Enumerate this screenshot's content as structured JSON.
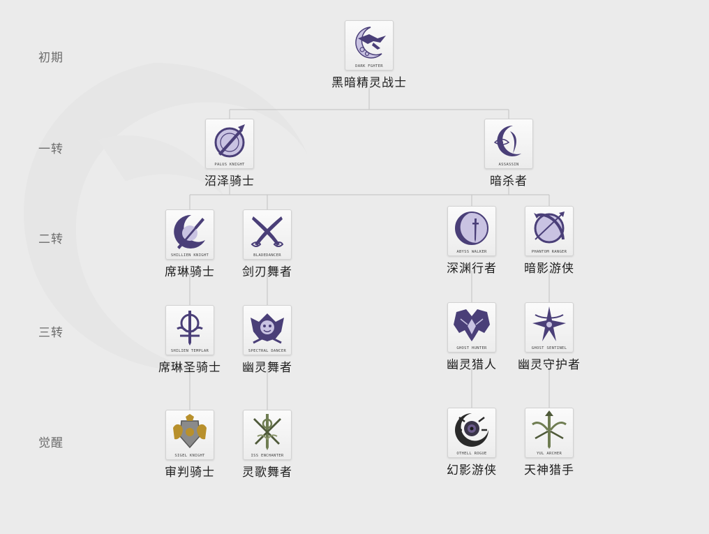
{
  "tiers": {
    "initial": "初期",
    "first": "一转",
    "second": "二转",
    "third": "三转",
    "awaken": "觉醒"
  },
  "nodes": {
    "dark_fighter": {
      "en": "DARK FGHTER",
      "cn": "黑暗精灵战士",
      "icon": "moon-wing-icon"
    },
    "palus_knight": {
      "en": "PALUS KNIGHT",
      "cn": "沼泽骑士",
      "icon": "shield-sword-icon"
    },
    "assassin": {
      "en": "ASSASSIN",
      "cn": "暗杀者",
      "icon": "crescent-eye-icon"
    },
    "shillien_knight": {
      "en": "SHILLIEN KNIGHT",
      "cn": "席琳骑士",
      "icon": "crescent-sword-icon"
    },
    "bladedancer": {
      "en": "BLADEDANCER",
      "cn": "剑刃舞者",
      "icon": "crossed-scimitars-icon"
    },
    "abyss_walker": {
      "en": "ABYSS WALKER",
      "cn": "深渊行者",
      "icon": "moon-dagger-icon"
    },
    "phantom_ranger": {
      "en": "PHANTOM RANGER",
      "cn": "暗影游侠",
      "icon": "moon-bow-icon"
    },
    "shillien_templar": {
      "en": "SHILIEN TEMPLAR",
      "cn": "席琳圣骑士",
      "icon": "ornate-sword-icon"
    },
    "spectral_dancer": {
      "en": "SPECTRAL DANCER",
      "cn": "幽灵舞者",
      "icon": "winged-mask-icon"
    },
    "ghost_hunter": {
      "en": "GHOST HUNTER",
      "cn": "幽灵猎人",
      "icon": "batwing-icon"
    },
    "ghost_sentinel": {
      "en": "GHOST SENTINEL",
      "cn": "幽灵守护者",
      "icon": "star-bow-icon"
    },
    "sigel_knight": {
      "en": "SIGEL KNIGHT",
      "cn": "审判骑士",
      "icon": "lion-shield-icon"
    },
    "iss_enchanter": {
      "en": "ISS ENCHANTER",
      "cn": "灵歌舞者",
      "icon": "green-crossed-blades-icon"
    },
    "othell_rogue": {
      "en": "OTHELL ROGUE",
      "cn": "幻影游侠",
      "icon": "dark-orb-icon"
    },
    "yul_archer": {
      "en": "YUL ARCHER",
      "cn": "天神猎手",
      "icon": "green-bow-icon"
    }
  },
  "colors": {
    "icon_purple": "#4a3f78",
    "icon_light": "#c9c3e2",
    "icon_gold": "#b8902c",
    "icon_green": "#6f7d52",
    "connector": "#c8c8c8"
  }
}
